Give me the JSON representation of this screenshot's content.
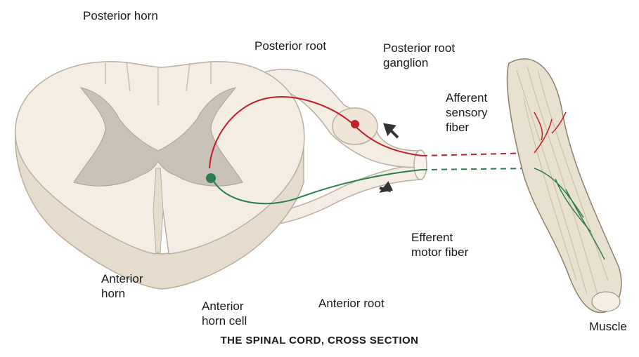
{
  "labels": {
    "posterior_horn": "Posterior horn",
    "posterior_root": "Posterior root",
    "posterior_root_ganglion": "Posterior root\nganglion",
    "afferent_sensory_fiber": "Afferent\nsensory\nfiber",
    "efferent_motor_fiber": "Efferent\nmotor fiber",
    "anterior_horn": "Anterior\nhorn",
    "anterior_horn_cell": "Anterior\nhorn cell",
    "anterior_root": "Anterior root",
    "muscle": "Muscle"
  },
  "caption": "THE SPINAL CORD, CROSS SECTION",
  "colors": {
    "cord_fill": "#f3ede4",
    "cord_edge": "#b9ae9f",
    "gray_matter": "#c8c2b8",
    "sensory_fiber": "#c0202a",
    "motor_fiber": "#2e7d4c",
    "arrow": "#333333",
    "muscle_fill": "#e9e1cf",
    "muscle_edge": "#8a806d"
  }
}
